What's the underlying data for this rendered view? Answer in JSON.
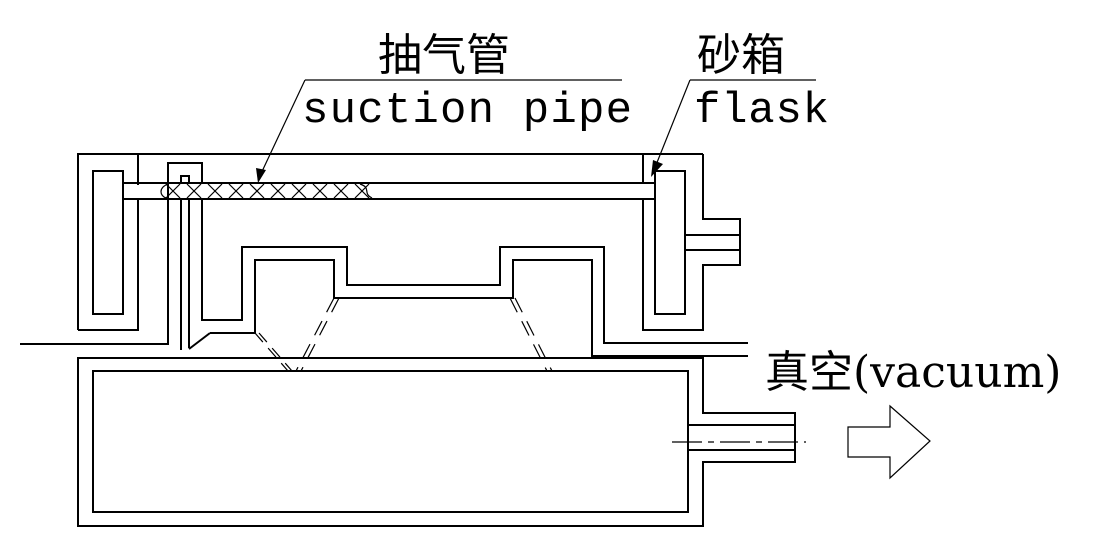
{
  "labels": {
    "suction_pipe_cn": "抽气管",
    "suction_pipe_en": "suction pipe",
    "flask_cn": "砂箱",
    "flask_en": "flask",
    "vacuum": "真空(vacuum)"
  },
  "colors": {
    "line": "#000000",
    "background": "#ffffff"
  }
}
